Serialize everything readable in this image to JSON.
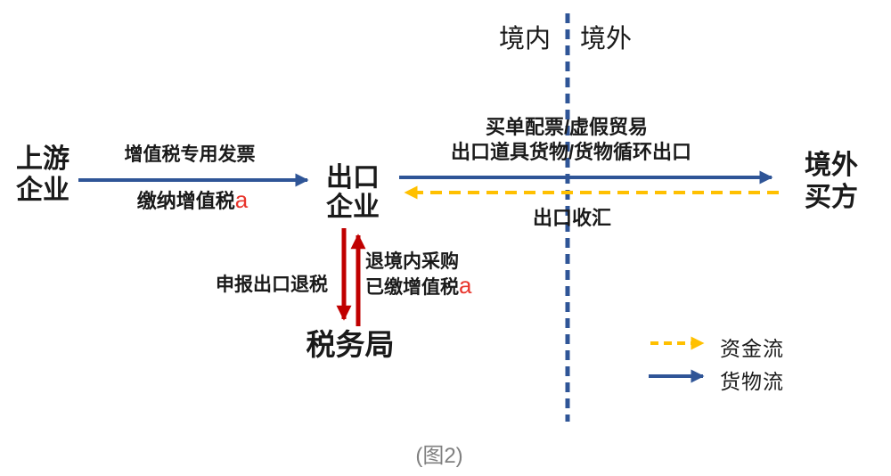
{
  "caption": "(图2)",
  "regions": {
    "domestic": "境内",
    "overseas": "境外"
  },
  "nodes": {
    "upstream": {
      "line1": "上游",
      "line2": "企业"
    },
    "exporter": {
      "line1": "出口",
      "line2": "企业"
    },
    "overseas_buyer": {
      "line1": "境外",
      "line2": "买方"
    },
    "tax_bureau": "税务局"
  },
  "flows": {
    "invoice_top": "增值税专用发票",
    "invoice_bottom": "缴纳增值税",
    "invoice_var": "a",
    "export_line1": "买单配票/虚假贸易",
    "export_line2": "出口道具货物/货物循环出口",
    "remittance": "出口收汇",
    "refund_left": "申报出口退税",
    "refund_right_line1": "退境内采购",
    "refund_right_line2": "已缴增值税",
    "refund_right_var": "a"
  },
  "legend": {
    "capital_flow": "资金流",
    "goods_flow": "货物流"
  },
  "colors": {
    "goods_flow": "#2F5597",
    "capital_flow": "#FFC000",
    "tax_refund": "#C00000",
    "variable": "#E8352C",
    "caption": "#808080",
    "text": "#1A1A1A"
  }
}
